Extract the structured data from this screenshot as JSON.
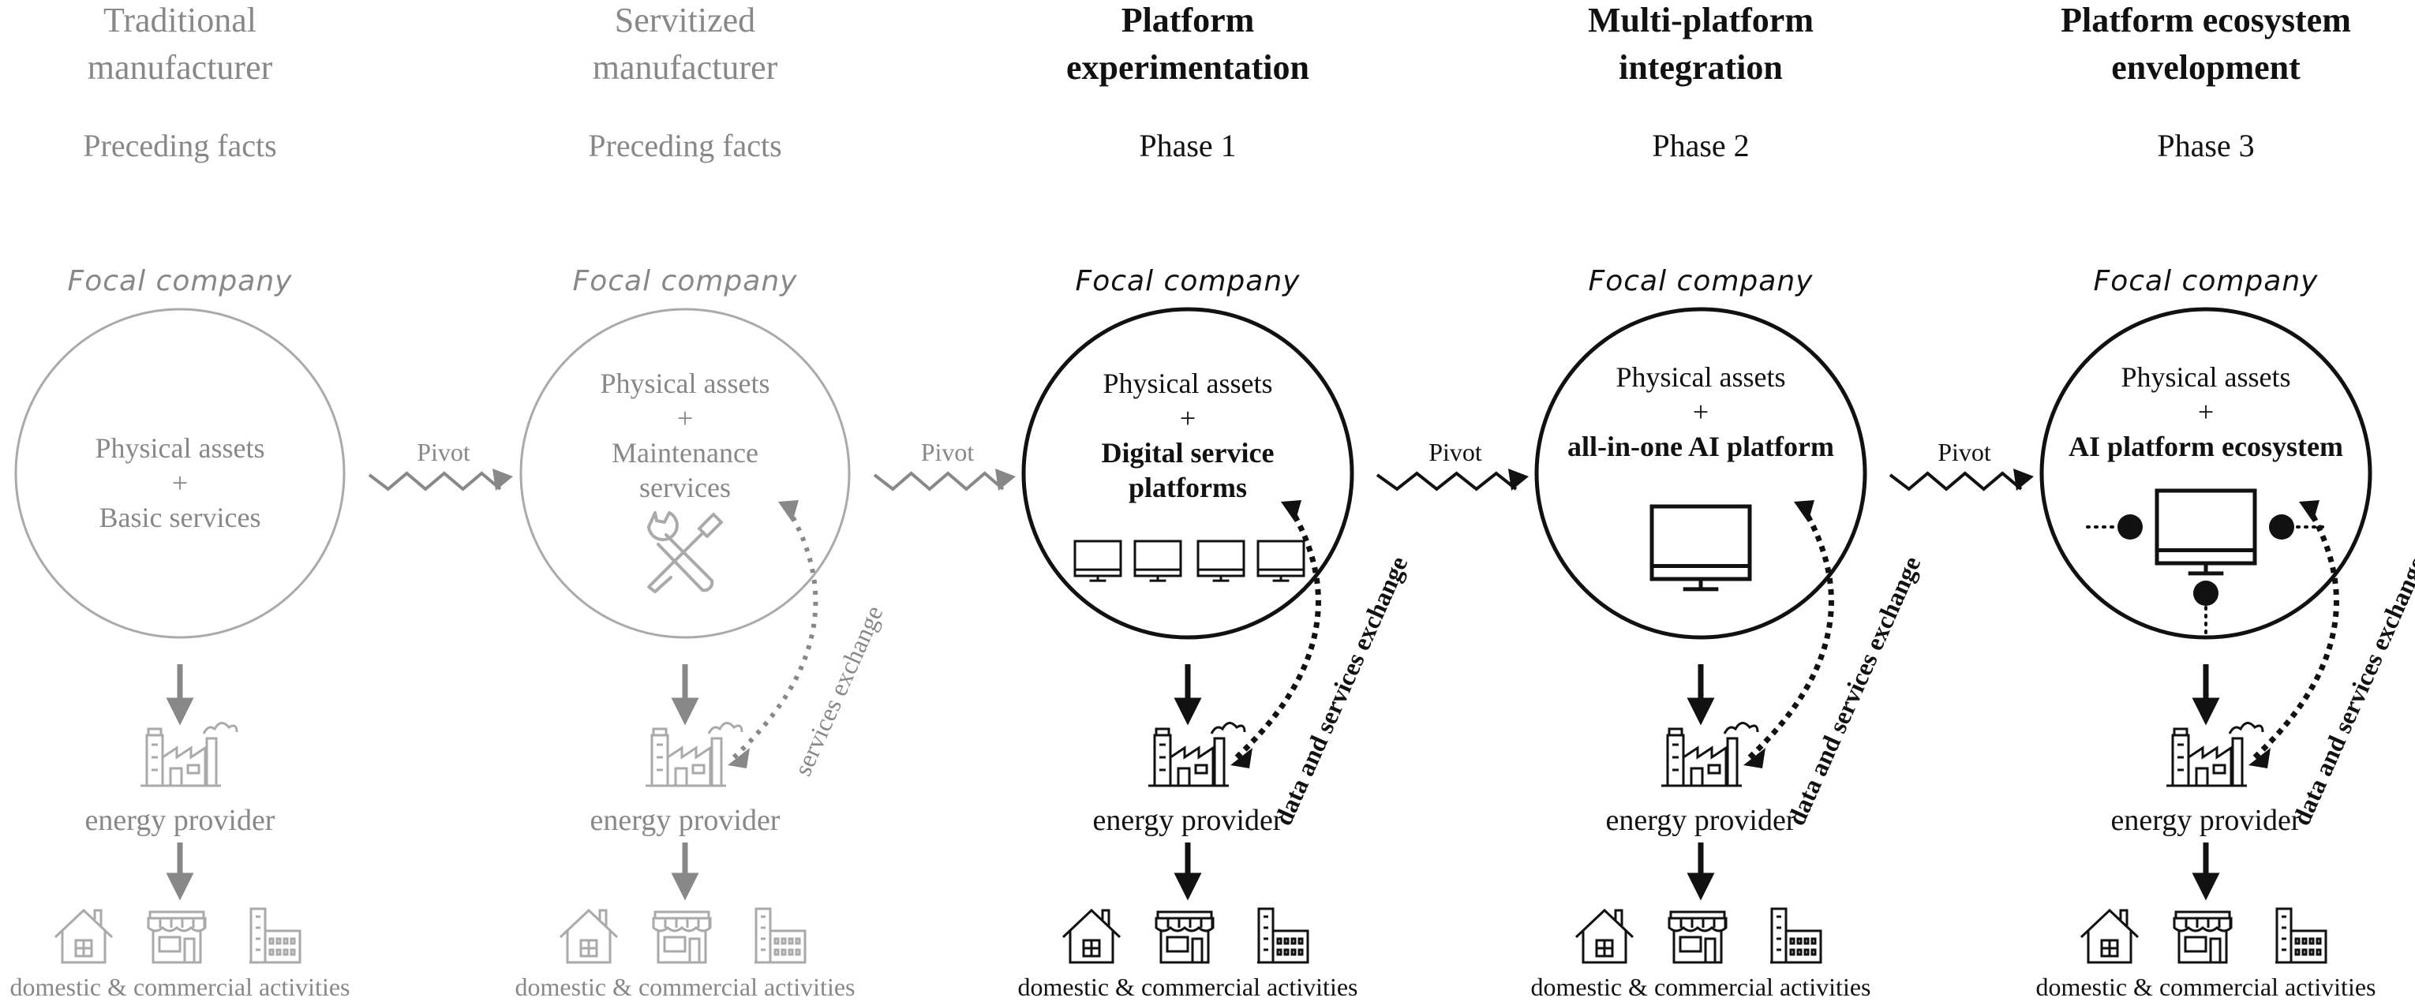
{
  "colors": {
    "faded": "#888888",
    "faded_light": "#aaaaaa",
    "dark": "#111111"
  },
  "stages": [
    {
      "title": [
        "Traditional",
        "manufacturer"
      ],
      "subtitle": "Preceding facts",
      "focal_label": "Focal company",
      "circle_lines": [
        "Physical assets",
        "+",
        "Basic services"
      ],
      "bold_from": 99,
      "icon": "none",
      "provider_label": "energy provider",
      "activities_label": "domestic & commercial activities",
      "exchange_label": "",
      "faded": true
    },
    {
      "title": [
        "Servitized",
        "manufacturer"
      ],
      "subtitle": "Preceding facts",
      "focal_label": "Focal company",
      "circle_lines": [
        "Physical assets",
        "+",
        "Maintenance",
        "services"
      ],
      "bold_from": 99,
      "icon": "wrench-screwdriver-icon",
      "provider_label": "energy provider",
      "activities_label": "domestic & commercial activities",
      "exchange_label": "services exchange",
      "faded": true
    },
    {
      "title": [
        "Platform",
        "experimentation"
      ],
      "subtitle": "Phase 1",
      "focal_label": "Focal company",
      "circle_lines": [
        "Physical assets",
        "+",
        "Digital service",
        "platforms"
      ],
      "bold_from": 2,
      "icon": "four-monitors-icon",
      "provider_label": "energy provider",
      "activities_label": "domestic & commercial activities",
      "exchange_label": "data and services exchange",
      "faded": false
    },
    {
      "title": [
        "Multi-platform",
        "integration"
      ],
      "subtitle": "Phase 2",
      "focal_label": "Focal company",
      "circle_lines": [
        "Physical assets",
        "+",
        "all-in-one AI platform"
      ],
      "bold_from": 2,
      "icon": "single-monitor-icon",
      "provider_label": "energy provider",
      "activities_label": "domestic & commercial activities",
      "exchange_label": "data and services exchange",
      "faded": false
    },
    {
      "title": [
        "Platform ecosystem",
        "envelopment"
      ],
      "subtitle": "Phase 3",
      "focal_label": "Focal company",
      "circle_lines": [
        "Physical assets",
        "+",
        "AI platform ecosystem"
      ],
      "bold_from": 2,
      "icon": "monitor-ecosystem-icon",
      "provider_label": "energy provider",
      "activities_label": "domestic & commercial activities",
      "exchange_label": "data and services exchange",
      "faded": false
    }
  ],
  "pivots": [
    {
      "label": "Pivot",
      "faded": true
    },
    {
      "label": "Pivot",
      "faded": true
    },
    {
      "label": "Pivot",
      "faded": false
    },
    {
      "label": "Pivot",
      "faded": false
    }
  ]
}
